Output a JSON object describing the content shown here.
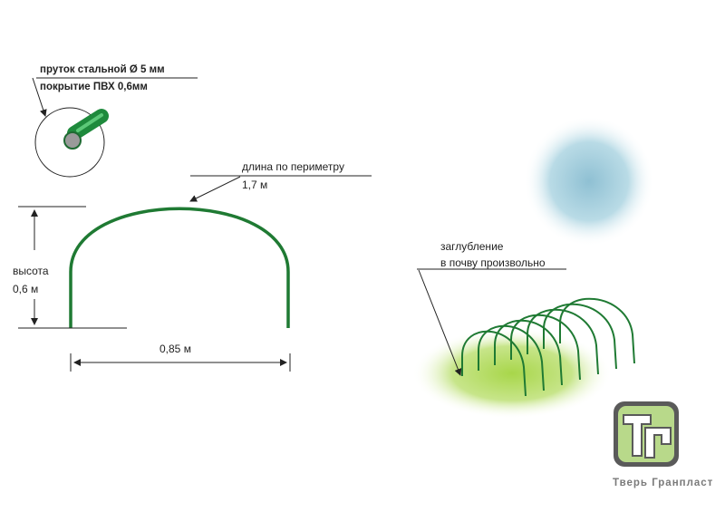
{
  "rod_label": {
    "line1": "пруток стальной Ø 5 мм",
    "line2": "покрытие ПВХ 0,6мм"
  },
  "perimeter_label": {
    "line1": "длина по периметру",
    "line2": "1,7 м"
  },
  "height_label": {
    "line1": "высота",
    "line2": "0,6 м"
  },
  "width_label": "0,85 м",
  "depth_label": {
    "line1": "заглубление",
    "line2": "в почву произвольно"
  },
  "logo": {
    "text": "Тверь Гранпласт",
    "letters": "ТГ"
  },
  "colors": {
    "hoop": "#1f7a33",
    "rod": "#2aa34a",
    "ground": "#b5dc5a",
    "sky": "#9cc9d8",
    "logo": "#b8d98a"
  }
}
